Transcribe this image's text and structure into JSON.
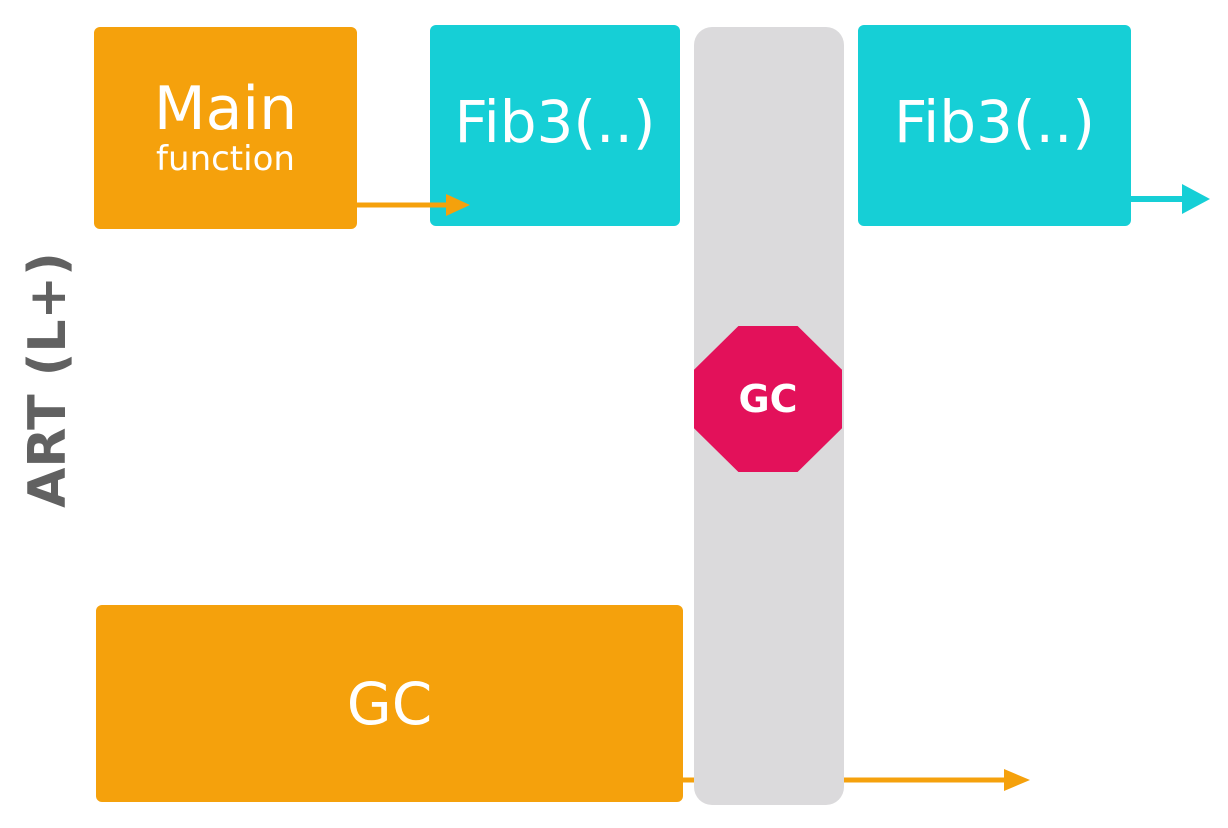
{
  "side_label": "ART (L+)",
  "main_box": {
    "title": "Main",
    "subtitle": "function"
  },
  "fib_before": {
    "label": "Fib3(..)"
  },
  "fib_after": {
    "label": "Fib3(..)"
  },
  "gc_thread": {
    "label": "GC"
  },
  "gc_stop": {
    "label": "GC"
  },
  "colors": {
    "orange": "#F5A10C",
    "teal": "#16CFD6",
    "pause_bar": "#DBDADC",
    "stop_sign": "#E3115A",
    "label_gray": "#616161"
  }
}
